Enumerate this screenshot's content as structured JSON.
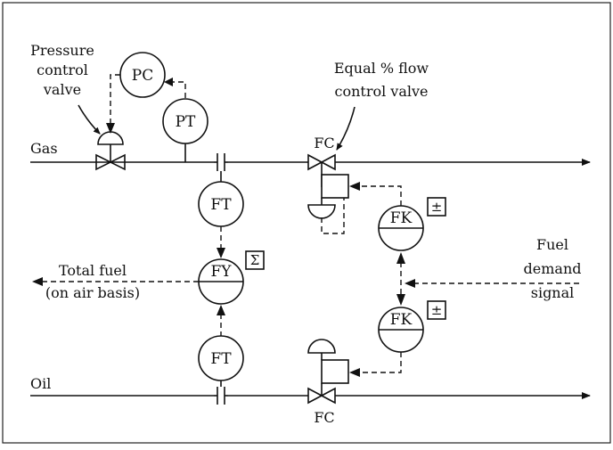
{
  "labels": {
    "pressure_valve": [
      "Pressure",
      "control",
      "valve"
    ],
    "equal_flow_valve": [
      "Equal % flow",
      "control valve"
    ],
    "gas": "Gas",
    "oil": "Oil",
    "fc_gas": "FC",
    "fc_oil": "FC",
    "total_fuel": [
      "Total fuel",
      "(on air basis)"
    ],
    "fuel_demand": [
      "Fuel",
      "demand",
      "signal"
    ]
  },
  "instruments": {
    "pc": "PC",
    "pt": "PT",
    "ft_gas": "FT",
    "fy": "FY",
    "ft_oil": "FT",
    "fk_gas": "FK",
    "fk_oil": "FK"
  },
  "function_boxes": {
    "fy_sum": "Σ",
    "fk_gas_pm": "±",
    "fk_oil_pm": "±"
  }
}
